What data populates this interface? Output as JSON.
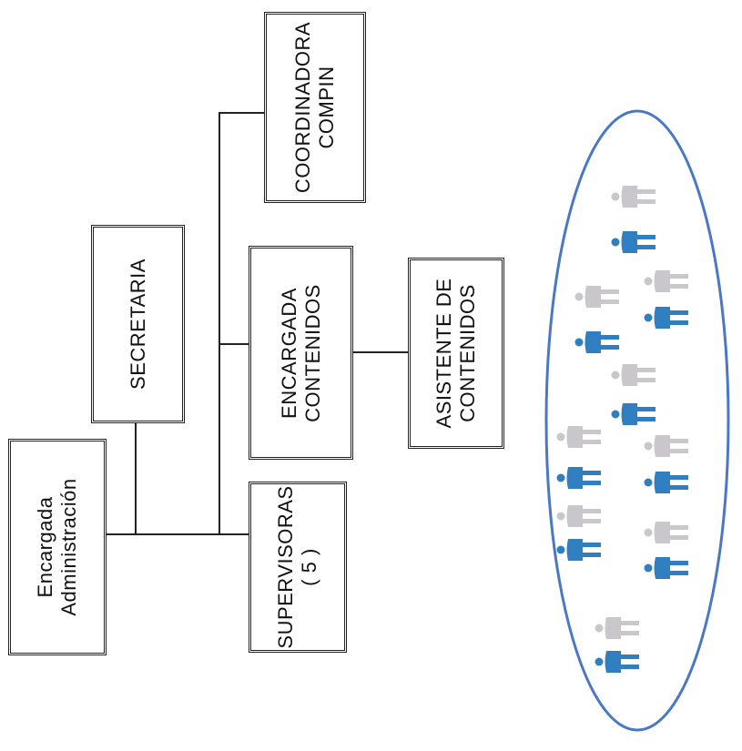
{
  "org_chart": {
    "boxes": {
      "administracion": {
        "line1": "Encargada",
        "line2": "Administración"
      },
      "secretaria": {
        "line1": "SECRETARIA"
      },
      "supervisoras": {
        "line1": "SUPERVISORAS",
        "line2": "( 5 )"
      },
      "encargada_contenidos": {
        "line1": "ENCARGADA",
        "line2": "CONTENIDOS"
      },
      "asistente_contenidos": {
        "line1": "ASISTENTE DE",
        "line2": "CONTENIDOS"
      },
      "coordinadora": {
        "line1": "COORDINADORA",
        "line2": "COMPIN"
      }
    }
  },
  "staff_group": {
    "ellipse_color": "#4a78c4",
    "icon_colors": {
      "gray": "#c9c6cc",
      "blue": "#2f7fc1"
    }
  }
}
